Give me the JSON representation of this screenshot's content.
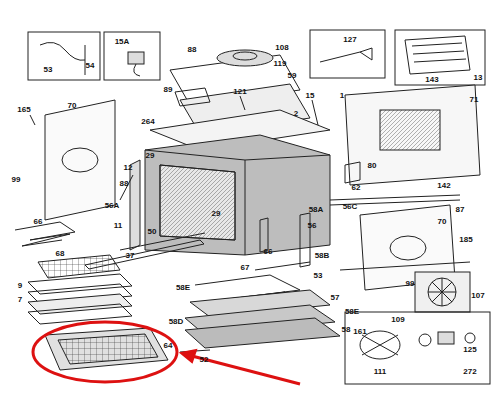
{
  "diagram": {
    "labels": [
      "53",
      "54",
      "15A",
      "88",
      "108",
      "119",
      "127",
      "59",
      "13",
      "89",
      "121",
      "15",
      "1",
      "143",
      "71",
      "165",
      "70",
      "264",
      "2",
      "99",
      "12",
      "29",
      "56A",
      "88",
      "80",
      "62",
      "142",
      "87",
      "11",
      "29",
      "56C",
      "58A",
      "56",
      "66",
      "66",
      "68",
      "37",
      "50",
      "70",
      "185",
      "58B",
      "53",
      "9",
      "7",
      "67",
      "58E",
      "57",
      "58E",
      "58D",
      "58",
      "99",
      "107",
      "161",
      "109",
      "111",
      "125",
      "272",
      "64",
      "52"
    ]
  }
}
